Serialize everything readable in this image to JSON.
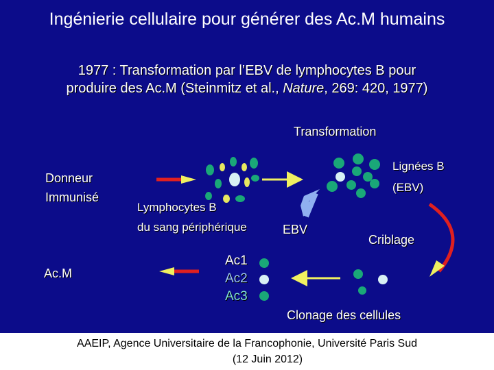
{
  "title": "Ingénierie cellulaire pour générer des Ac.M humains",
  "subtitle_line1": "1977 : Transformation par l’EBV de lymphocytes B pour",
  "subtitle_line2_pre": "produire des Ac.M (Steinmitz et al., ",
  "subtitle_line2_journal": "Nature",
  "subtitle_line2_post": ", 269: 420, 1977)",
  "labels": {
    "transformation": "Transformation",
    "donneur_line1": "Donneur",
    "donneur_line2": "Immunisé",
    "lymph_line1": "Lymphocytes B",
    "lymph_line2": "du sang périphérique",
    "ebv": "EBV",
    "lignees_line1": "Lignées B",
    "lignees_line2": "(EBV)",
    "criblage": "Criblage",
    "acm": "Ac.M",
    "ac1": "Ac1",
    "ac2": "Ac2",
    "ac3": "Ac3",
    "clonage": "Clonage des cellules"
  },
  "footer": {
    "line1": "AAEIP, Agence Universitaire de la Francophonie, Université Paris Sud",
    "line2": "(12 Juin 2012)"
  },
  "colors": {
    "background": "#0c0c8a",
    "ac2_text": "#9ec8f0",
    "ac3_text": "#80e0d0",
    "cell_green": "#1aa878",
    "cell_light": "#d8f0f4",
    "cell_yellow": "#e8e860",
    "arrow_red": "#e02020",
    "arrow_yellow": "#f0f060",
    "ebv_arrow": "#90b0f0"
  }
}
